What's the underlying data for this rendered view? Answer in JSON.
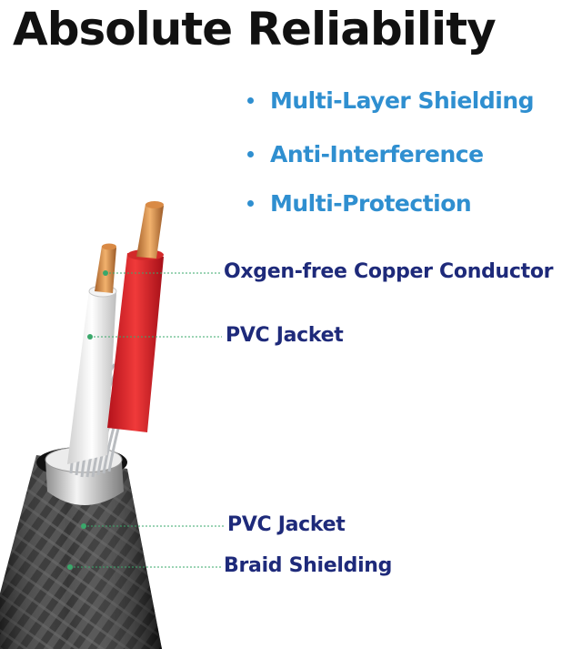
{
  "title": "Absolute Reliability",
  "features": [
    {
      "label": "Multi-Layer Shielding"
    },
    {
      "label": "Anti-Interference"
    },
    {
      "label": "Multi-Protection"
    }
  ],
  "callouts": [
    {
      "label": "Oxgen-free Copper Conductor"
    },
    {
      "label": "PVC Jacket"
    },
    {
      "label": "PVC Jacket"
    },
    {
      "label": "Braid Shielding"
    }
  ],
  "colors": {
    "title": "#111111",
    "feature_text": "#2f8fd0",
    "callout_text": "#1e2a7a",
    "leader_line": "#3aa86b"
  }
}
